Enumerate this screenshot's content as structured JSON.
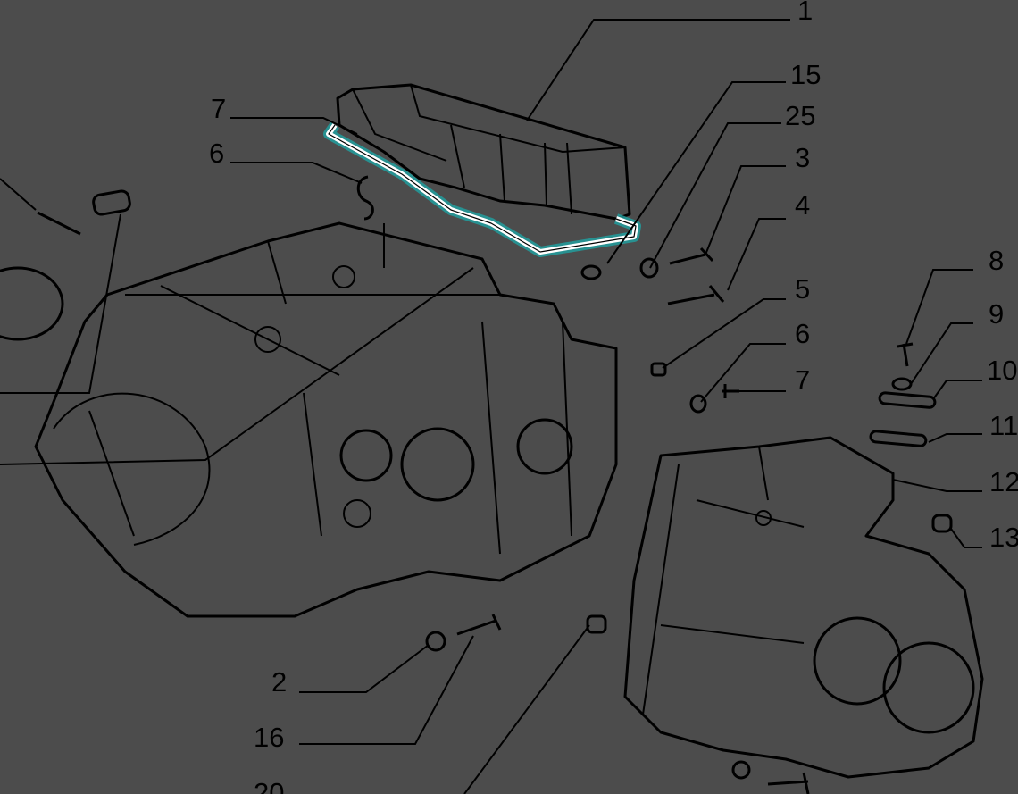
{
  "diagram": {
    "title": "Transmission housing exploded parts view",
    "highlight_color": "#ffffff",
    "highlight_glow": "#1fa3a3",
    "background": "#4c4c4c",
    "labels": [
      "1",
      "15",
      "25",
      "3",
      "4",
      "5",
      "6",
      "7",
      "7",
      "6",
      "8",
      "9",
      "10",
      "11",
      "12",
      "13",
      "2",
      "16",
      "20"
    ]
  }
}
